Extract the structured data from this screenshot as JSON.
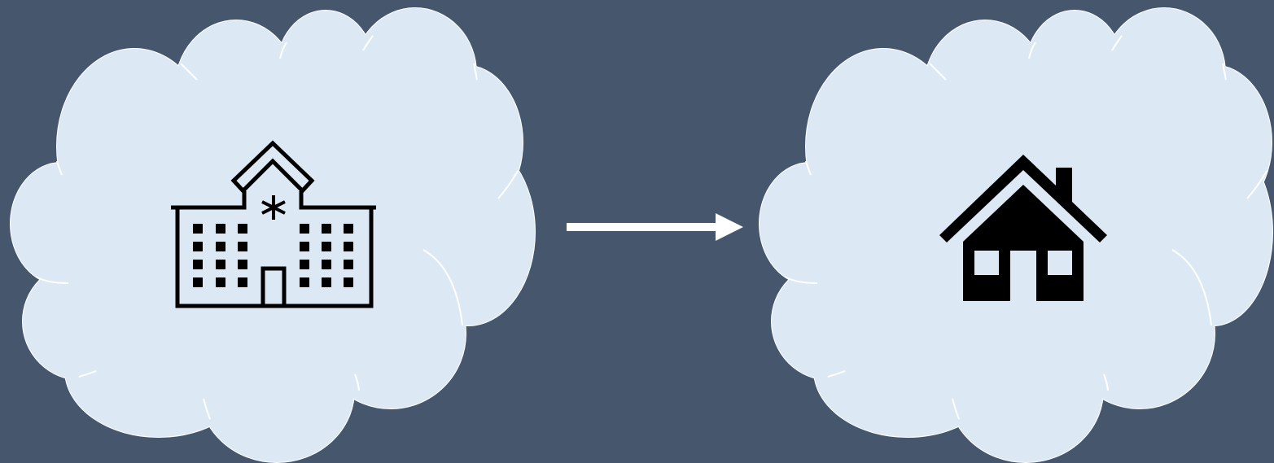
{
  "diagram": {
    "background_color": "#46566d",
    "cloud_fill": "#dce9f5",
    "cloud_outline": "#ffffff",
    "icon_color": "#000000",
    "arrow_color": "#ffffff",
    "nodes": [
      {
        "id": "source",
        "icon": "hospital-icon"
      },
      {
        "id": "destination",
        "icon": "house-icon"
      }
    ],
    "edges": [
      {
        "from": "source",
        "to": "destination",
        "kind": "arrow"
      }
    ]
  }
}
